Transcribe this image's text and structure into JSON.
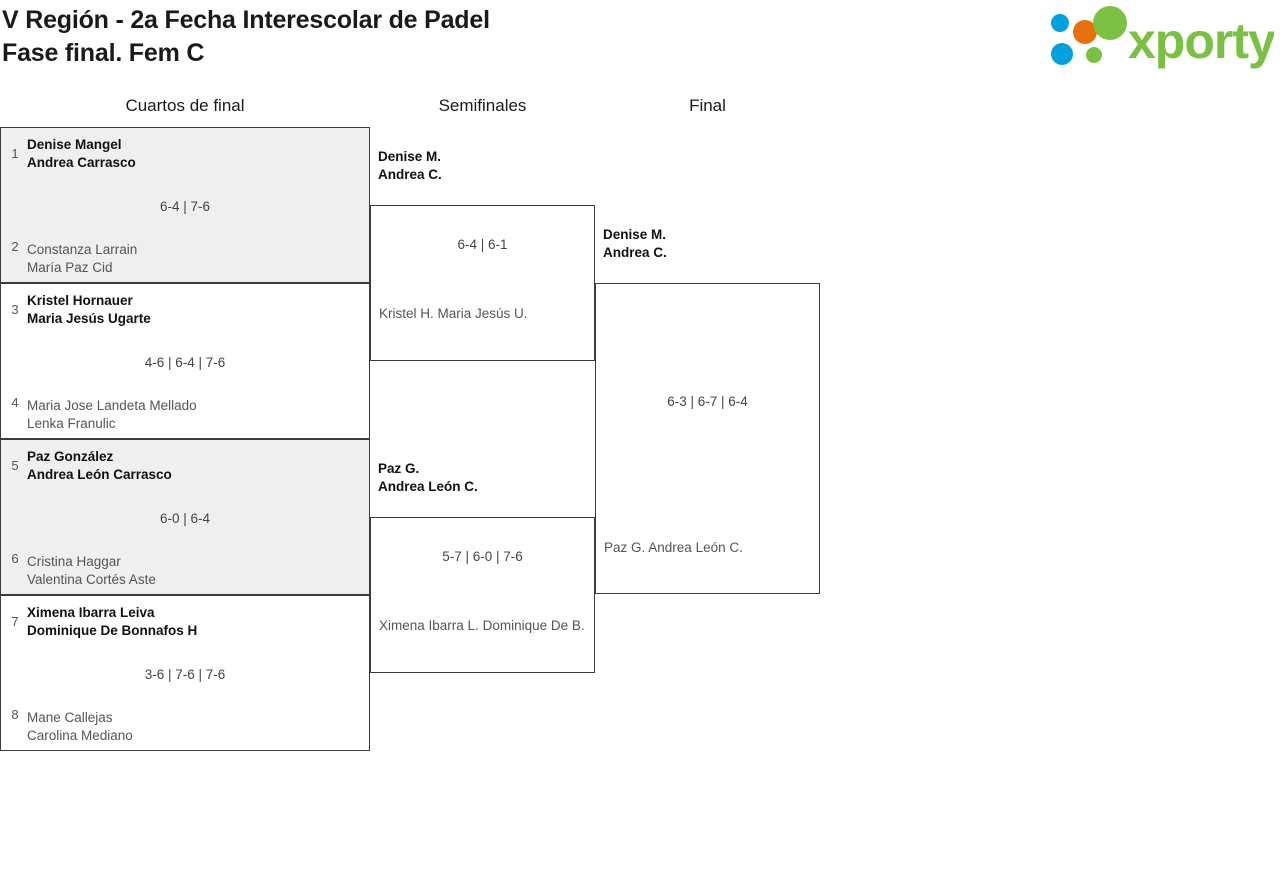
{
  "title": {
    "line1": "V Región - 2a Fecha Interescolar de Padel",
    "line2": "Fase final. Fem C"
  },
  "logo": {
    "text": "xporty",
    "colors": {
      "green": "#7ac143",
      "blue": "#00a0df",
      "orange": "#e8700a"
    }
  },
  "columns": {
    "quarterfinals": "Cuartos de final",
    "semifinals": "Semifinales",
    "final": "Final"
  },
  "rounds": {
    "quarterfinals": [
      {
        "seed_top": "1",
        "top_p1": "Denise Mangel",
        "top_p2": "Andrea Carrasco",
        "seed_bottom": "2",
        "bottom_p1": "Constanza Larrain",
        "bottom_p2": "María Paz Cid",
        "score": "6-4 | 7-6",
        "winner": "top"
      },
      {
        "seed_top": "3",
        "top_p1": "Kristel Hornauer",
        "top_p2": "Maria Jesús Ugarte",
        "seed_bottom": "4",
        "bottom_p1": "Maria Jose Landeta Mellado",
        "bottom_p2": "Lenka Franulic",
        "score": "4-6 | 6-4 | 7-6",
        "winner": "top"
      },
      {
        "seed_top": "5",
        "top_p1": "Paz González",
        "top_p2": "Andrea León Carrasco",
        "seed_bottom": "6",
        "bottom_p1": "Cristina Haggar",
        "bottom_p2": "Valentina Cortés Aste",
        "score": "6-0 | 6-4",
        "winner": "top"
      },
      {
        "seed_top": "7",
        "top_p1": "Ximena Ibarra Leiva",
        "top_p2": "Dominique De Bonnafos H",
        "seed_bottom": "8",
        "bottom_p1": "Mane Callejas",
        "bottom_p2": "Carolina Mediano",
        "score": "3-6 | 7-6 | 7-6",
        "winner": "top"
      }
    ],
    "semifinals": [
      {
        "winner_p1": "Denise M.",
        "winner_p2": "Andrea C.",
        "loser_p1": "Kristel H.",
        "loser_p2": "Maria Jesús U.",
        "score": "6-4 | 6-1"
      },
      {
        "winner_p1": "Paz G.",
        "winner_p2": "Andrea León C.",
        "loser_p1": "Ximena Ibarra L.",
        "loser_p2": "Dominique De B.",
        "score": "5-7 | 6-0 | 7-6"
      }
    ],
    "final": {
      "winner_p1": "Denise M.",
      "winner_p2": "Andrea C.",
      "loser_p1": "Paz G.",
      "loser_p2": "Andrea León C.",
      "score": "6-3 | 6-7 | 6-4"
    }
  }
}
